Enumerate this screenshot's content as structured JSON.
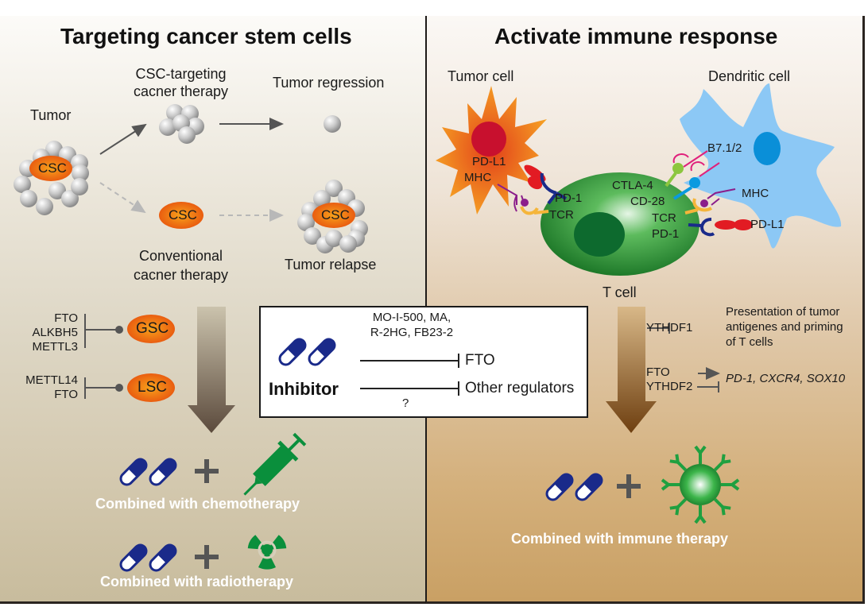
{
  "left_panel": {
    "title": "Targeting cancer stem cells",
    "tumor_label": "Tumor",
    "csc_label": "CSC",
    "csc_targeting_label_line1": "CSC-targeting",
    "csc_targeting_label_line2": "cacner therapy",
    "tumor_regression_label": "Tumor regression",
    "conventional_label_line1": "Conventional",
    "conventional_label_line2": "cacner therapy",
    "tumor_relapse_label": "Tumor relapse",
    "gsc_regulators": [
      "FTO",
      "ALKBH5",
      "METTL3"
    ],
    "gsc_label": "GSC",
    "lsc_regulators": [
      "METTL14",
      "FTO"
    ],
    "lsc_label": "LSC",
    "chemo_caption": "Combined with chemotherapy",
    "radio_caption": "Combined with radiotherapy",
    "plus_sign": "+"
  },
  "right_panel": {
    "title": "Activate immune response",
    "tumor_cell_label": "Tumor cell",
    "dendritic_cell_label": "Dendritic cell",
    "t_cell_label": "T cell",
    "tumor_side": {
      "pdl1": "PD-L1",
      "mhc": "MHC",
      "pd1": "PD-1",
      "tcr": "TCR"
    },
    "dendritic_side": {
      "b7": "B7.1/2",
      "ctla4": "CTLA-4",
      "cd28": "CD-28",
      "mhc": "MHC",
      "tcr": "TCR",
      "pd1": "PD-1",
      "pdl1": "PD-L1"
    },
    "ythdf1_label": "YTHDF1",
    "presentation_line1": "Presentation of tumor",
    "presentation_line2": "antigenes and priming",
    "presentation_line3": "of T cells",
    "fto_label": "FTO",
    "ythdf2_label": "YTHDF2",
    "targets_label": "PD-1, CXCR4, SOX10",
    "immune_caption": "Combined with immune therapy",
    "plus_sign": "+"
  },
  "inhibitor_box": {
    "inhibitors_line1": "MO-I-500, MA,",
    "inhibitors_line2": "R-2HG, FB23-2",
    "fto_target": "FTO",
    "other_target": "Other regulators",
    "inhibitor_label": "Inhibitor",
    "unknown_mark": "?"
  },
  "colors": {
    "pill_blue": "#1a2a8a",
    "drug_green": "#0a8f3c",
    "csc_orange": "#e8560f",
    "tcell_green": "#2d9a3a",
    "dendritic_blue": "#8cc8f5",
    "tumor_red": "#c8102e"
  }
}
